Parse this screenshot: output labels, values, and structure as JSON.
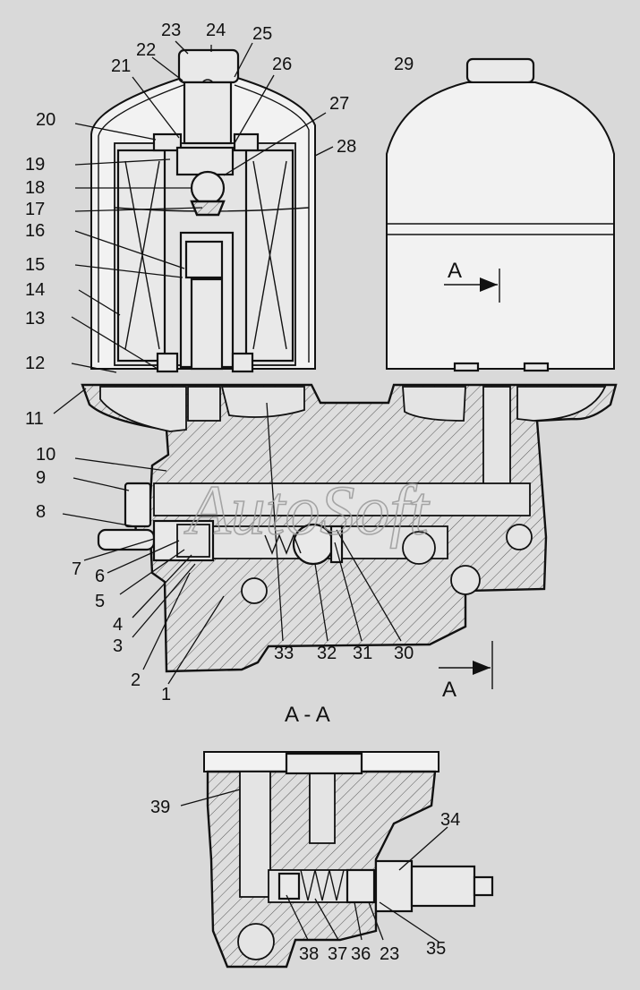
{
  "watermark": "AutoSoft",
  "section_labels": {
    "arrow_upper": "A",
    "arrow_lower": "A",
    "section_title": "A - A"
  },
  "callouts": {
    "n1": "1",
    "n2": "2",
    "n3": "3",
    "n4": "4",
    "n5": "5",
    "n6": "6",
    "n7": "7",
    "n8": "8",
    "n9": "9",
    "n10": "10",
    "n11": "11",
    "n12": "12",
    "n13": "13",
    "n14": "14",
    "n15": "15",
    "n16": "16",
    "n17": "17",
    "n18": "18",
    "n19": "19",
    "n20": "20",
    "n21": "21",
    "n22": "22",
    "n23": "23",
    "n24": "24",
    "n25": "25",
    "n26": "26",
    "n27": "27",
    "n28": "28",
    "n29": "29",
    "n30": "30",
    "n31": "31",
    "n32": "32",
    "n33": "33",
    "n34": "34",
    "n35": "35",
    "n36": "36",
    "n37": "37",
    "n38": "38",
    "n39": "39",
    "n23b": "23"
  }
}
